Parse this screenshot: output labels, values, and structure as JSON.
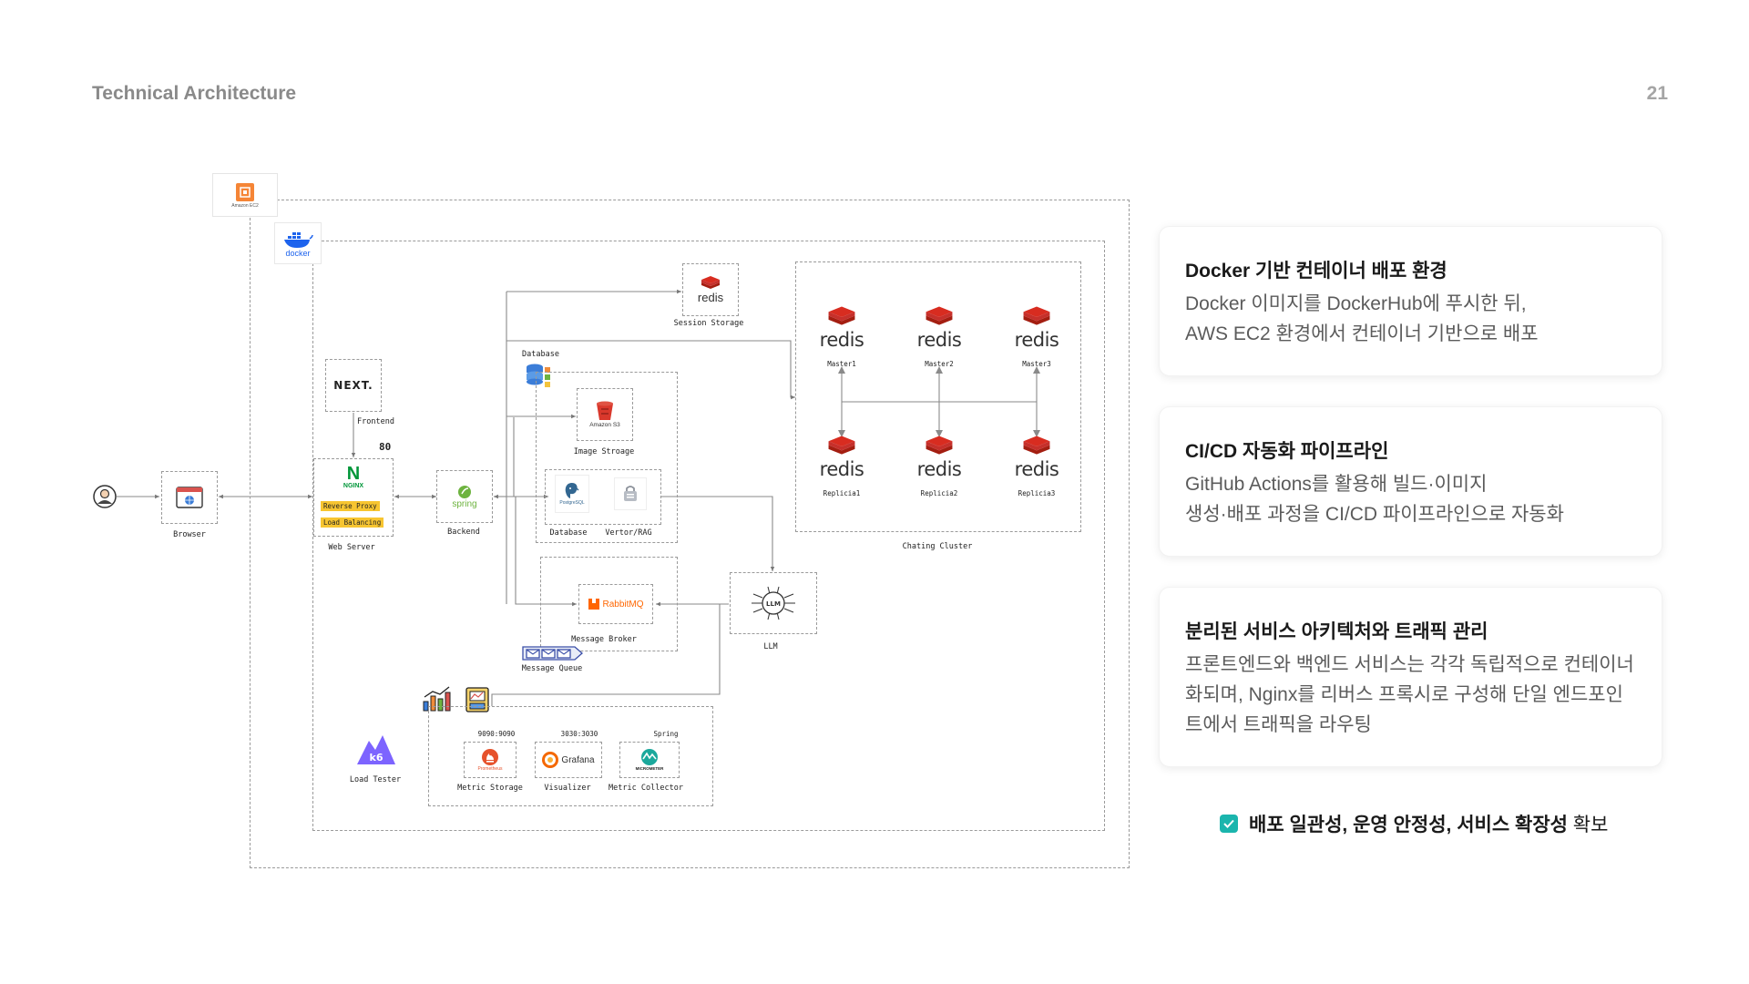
{
  "header": {
    "title": "Technical Architecture",
    "page_number": "21"
  },
  "diagram": {
    "ec2_label": "Amazon EC2",
    "docker_word": "docker",
    "nodes": {
      "browser": "Browser",
      "next_logo": "NEXT.",
      "frontend": "Frontend",
      "port_80": "80",
      "nginx_logo": "NGINX",
      "reverse_proxy": "Reverse Proxy",
      "load_balancing": "Load Balancing",
      "web_server": "Web Server",
      "spring_logo": "spring",
      "backend": "Backend",
      "session_redis": "redis",
      "session_storage": "Session Storage",
      "database_group": "Database",
      "s3_logo": "Amazon S3",
      "image_storage": "Image Stroage",
      "postgres_logo": "PostgreSQL",
      "database": "Database",
      "vector_rag": "Vertor/RAG",
      "rabbitmq_logo": "RabbitMQ",
      "message_broker": "Message Broker",
      "message_queue": "Message Queue",
      "llm_logo": "LLM",
      "llm": "LLM",
      "k6_logo": "k6",
      "load_tester": "Load Tester",
      "port_prometheus": "9090:9090",
      "port_grafana": "3030:3030",
      "spring_tag": "Spring",
      "prometheus_logo": "Prometheus",
      "grafana_logo": "Grafana",
      "micrometer_logo": "MICROMETER",
      "metric_storage": "Metric Storage",
      "visualizer": "Visualizer",
      "metric_collector": "Metric Collector",
      "chat_cluster": "Chating Cluster"
    },
    "redis_cluster": [
      {
        "word": "redis",
        "label": "Master1"
      },
      {
        "word": "redis",
        "label": "Master2"
      },
      {
        "word": "redis",
        "label": "Master3"
      },
      {
        "word": "redis",
        "label": "Replicia1"
      },
      {
        "word": "redis",
        "label": "Replicia2"
      },
      {
        "word": "redis",
        "label": "Replicia3"
      }
    ],
    "colors": {
      "redis_red": "#d82c20",
      "nginx_green": "#009639",
      "spring_green": "#6db33f",
      "rabbit_orange": "#ff6600",
      "grafana_orange": "#f46800",
      "k6_purple": "#7d64ff",
      "aws_orange": "#f58536",
      "docker_blue": "#1d63ed"
    }
  },
  "cards": [
    {
      "title": "Docker 기반 컨테이너 배포 환경",
      "lines": [
        "Docker 이미지를 DockerHub에 푸시한 뒤,",
        "AWS EC2 환경에서 컨테이너 기반으로 배포"
      ]
    },
    {
      "title": "CI/CD 자동화 파이프라인",
      "lines": [
        "GitHub Actions를 활용해 빌드·이미지",
        "생성·배포 과정을 CI/CD 파이프라인으로 자동화"
      ]
    },
    {
      "title": "분리된 서비스 아키텍처와 트래픽 관리",
      "lines": [
        "프론트엔드와 백엔드 서비스는 각각 독립적으로 컨테이너",
        "화되며, Nginx를 리버스 프록시로 구성해 단일 엔드포인",
        "트에서 트래픽을 라우팅"
      ]
    }
  ],
  "footer_check": {
    "bold": "배포 일관성, 운영 안정성, 서비스 확장성",
    "normal": " 확보"
  }
}
